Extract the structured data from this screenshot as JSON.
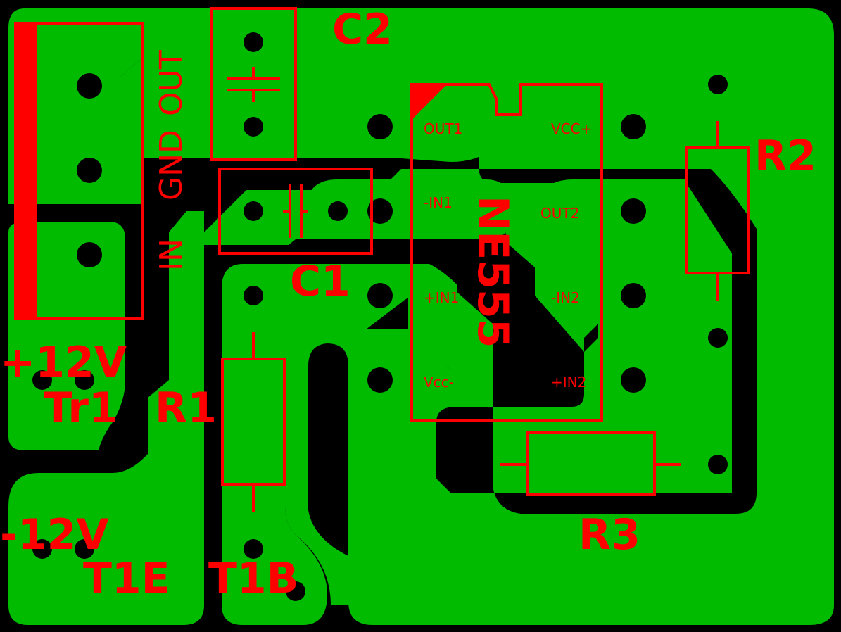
{
  "colors": {
    "background": "#000000",
    "copper": "#00bb00",
    "silkscreen": "#ff0000",
    "drill": "#000000"
  },
  "board": {
    "designators": {
      "c2": "C2",
      "c1": "C1",
      "r1": "R1",
      "r2": "R2",
      "r3": "R3",
      "ic": "NE555"
    },
    "regulator_pins": {
      "out": "OUT",
      "gnd": "GND",
      "in": "IN"
    },
    "ic_pins": {
      "out1": "OUT1",
      "in1_neg": "-IN1",
      "in1_pos": "+IN1",
      "vcc_neg": "Vcc-",
      "vcc_pos": "VCC+",
      "out2": "OUT2",
      "in2_neg": "-IN2",
      "in2_pos": "+IN2"
    },
    "connectors": {
      "pos12v": "+12V",
      "tr1": "Tr1",
      "neg12v": "-12V",
      "t1e": "T1E",
      "t1b": "T1B"
    }
  }
}
